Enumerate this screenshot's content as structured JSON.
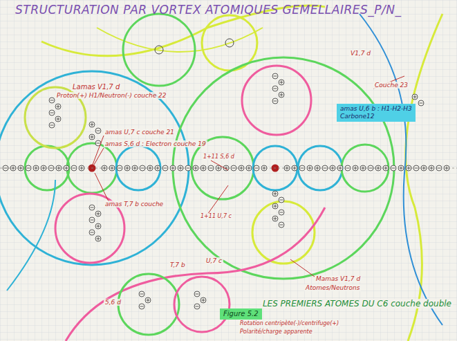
{
  "diagram": {
    "title": "STRUCTURATION PAR VORTEX ATOMIQUES GEMELLAIRES_P/N_",
    "caption": "LES PREMIERS ATOMES DU C6 couche double",
    "nodes": [
      {
        "text": [
          "amas U,6 b : H1-H2-H3",
          "Carbone12"
        ]
      },
      {
        "text": [
          "Figure 5.2"
        ]
      }
    ],
    "labels": [
      "V1,7 d",
      "Couche 23",
      "Lamas V1,7 d",
      "Proton(+) H1/Neutron(-) couche 22",
      "amas U,7 c couche 21",
      "amas S,6 d : Electron couche 19",
      "amas T,7 b couche",
      "1+11 S,6 d",
      "1+11 U,7 c",
      "T,7 b",
      "U,7 c",
      "5,6 d",
      "Mamas V1,7 d",
      "Atomes/Neutrons",
      "Rotation centripète(-)/centrifuge(+)",
      "Polarité/charge apparente"
    ]
  }
}
